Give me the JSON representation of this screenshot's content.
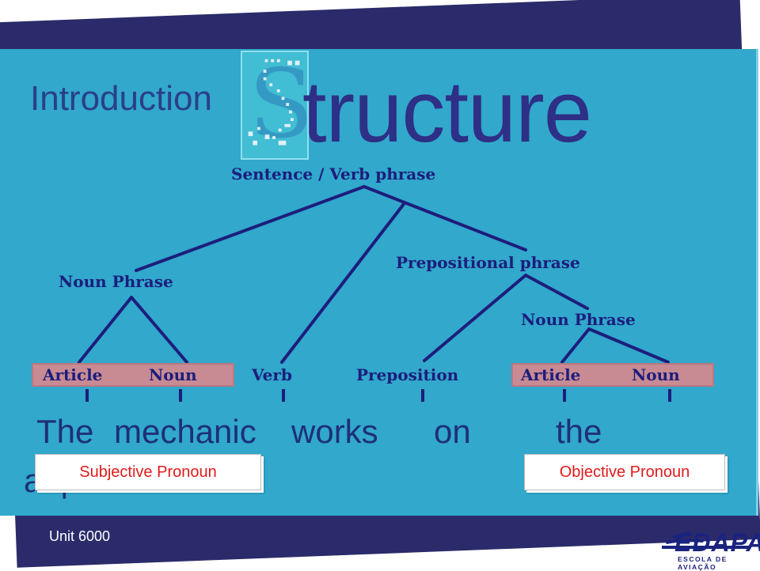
{
  "slide": {
    "section": "Introduction",
    "title_rest": "tructure",
    "title_initial": "S",
    "footer_unit": "Unit 6000"
  },
  "tree": {
    "root": "Sentence / Verb phrase",
    "noun_phrase_left": "Noun Phrase",
    "prep_phrase": "Prepositional phrase",
    "noun_phrase_right": "Noun Phrase",
    "article_left": "Article",
    "noun_left": "Noun",
    "verb": "Verb",
    "preposition": "Preposition",
    "article_right": "Article",
    "noun_right": "Noun"
  },
  "sentence": {
    "words": [
      "The",
      "mechanic",
      "works",
      "on",
      "the"
    ],
    "overflow": "airplane"
  },
  "labels": {
    "subjective": "Subjective Pronoun",
    "objective": "Objective Pronoun"
  },
  "logo": {
    "brand": "EDAPA",
    "tagline": "ESCOLA DE AVIAÇÃO"
  },
  "colors": {
    "slide_bg": "#31a8cc",
    "back_panel": "#2b2b6b",
    "tree_text": "#1d1d7c",
    "label_text": "#e01b1b",
    "highlight": "#c88b94"
  }
}
